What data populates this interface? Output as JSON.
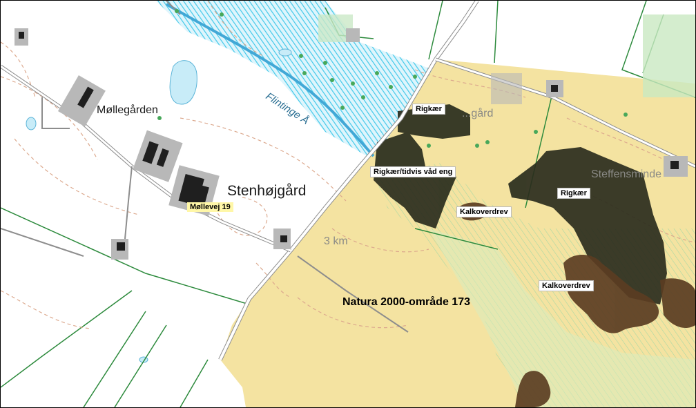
{
  "map": {
    "place_names": {
      "mollegarden": "Møllegården",
      "stenhojgard": "Stenhøjgård",
      "faint_farm": "...gård",
      "steffensminde": "Steffensminde"
    },
    "water_name": "Flintinge Å",
    "distance_label": "3 km",
    "address_label": "Møllevej 19",
    "natura_title": "Natura 2000-område 173",
    "habitat_labels": {
      "rigkaer_top": "Rigkær",
      "rigkaer_tidvis": "Rigkær/tidvis våd eng",
      "kalkoverdrev_mid": "Kalkoverdrev",
      "rigkaer_right": "Rigkær",
      "kalkoverdrev_right": "Kalkoverdrev"
    },
    "colors": {
      "natura_area": "#f4e3a1",
      "rigkaer": "#2a2d1d",
      "kalkoverdrev": "#5b3d22",
      "water_hatch": "#42c9ea",
      "field_border": "#2c8a3c",
      "contour": "#d9a98d",
      "road": "#8d8d8d"
    }
  }
}
